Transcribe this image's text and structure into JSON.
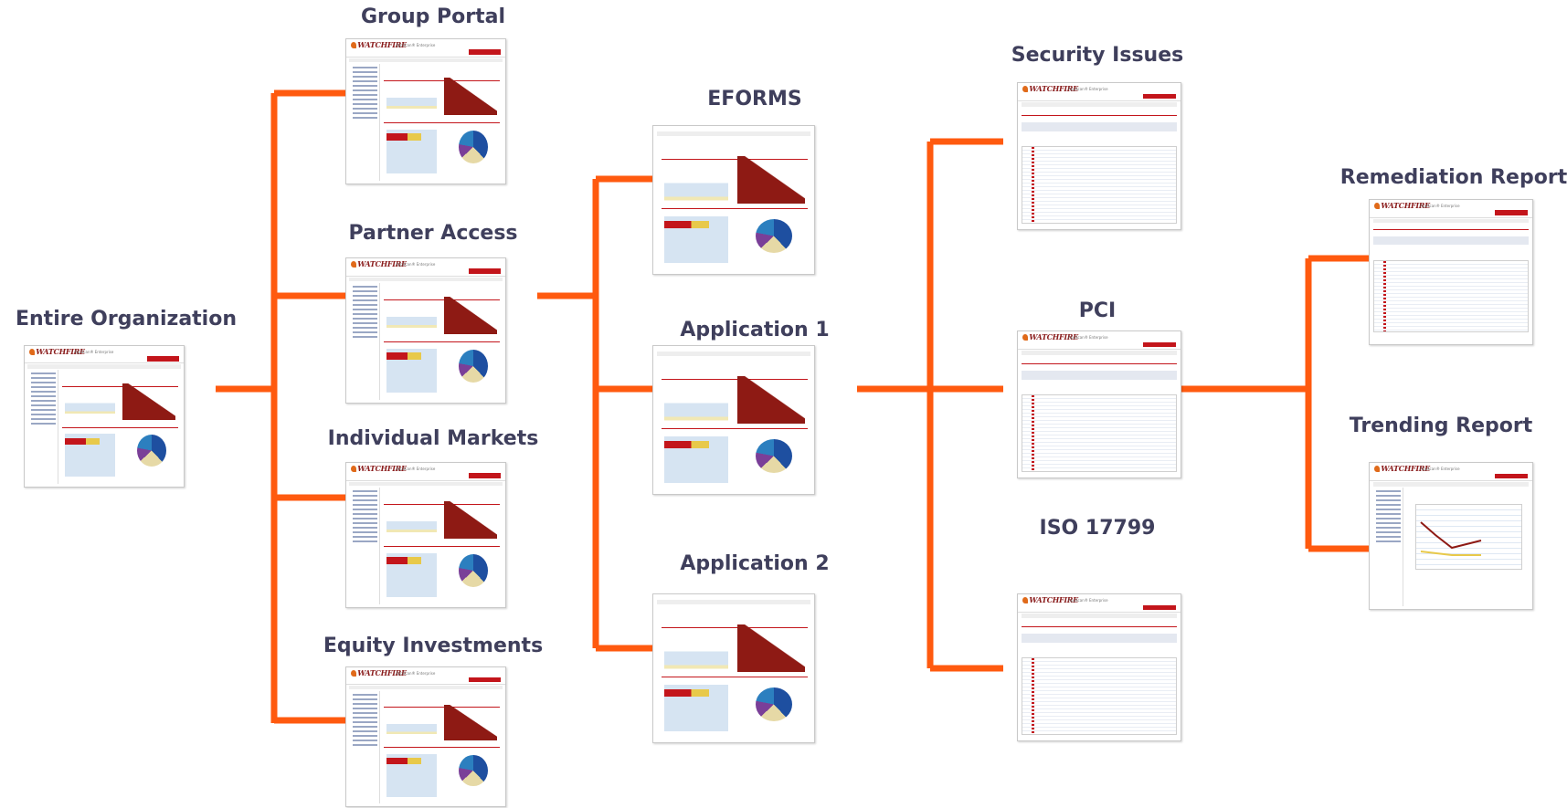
{
  "diagram": {
    "nodes": {
      "entire_organization": "Entire Organization",
      "group_portal": "Group Portal",
      "partner_access": "Partner Access",
      "individual_markets": "Individual Markets",
      "equity_investments": "Equity Investments",
      "eforms": "EFORMS",
      "application_1": "Application 1",
      "application_2": "Application 2",
      "security_issues": "Security Issues",
      "pci": "PCI",
      "iso_17799": "ISO 17799",
      "remediation_report": "Remediation Report",
      "trending_report": "Trending Report"
    },
    "connector_color": "#ff5a0f",
    "label_color": "#3f3f5c",
    "thumbnail_brand": "WATCHFIRE",
    "thumbnail_product": "AppScan® Enterprise",
    "thumbnail_accent": "#c3151b"
  }
}
